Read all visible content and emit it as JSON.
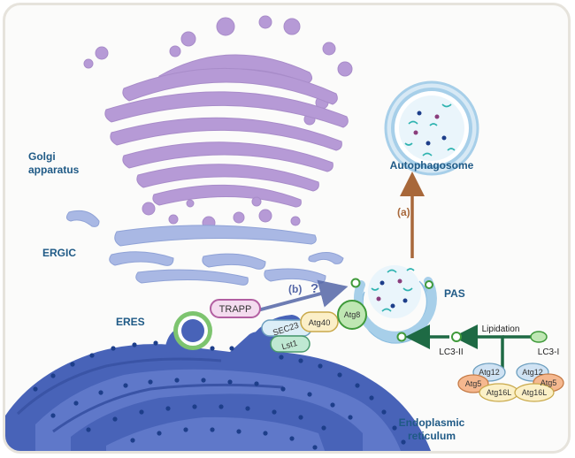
{
  "labels": {
    "golgi": [
      "Golgi",
      "apparatus"
    ],
    "ergic": "ERGIC",
    "eres": "ERES",
    "er": [
      "Endoplasmic",
      "reticulum"
    ],
    "autophagosome": "Autophagosome",
    "pas": "PAS",
    "path_a": "(a)",
    "path_b": "(b)",
    "question": "?",
    "trapp": "TRAPP",
    "sec23": "SEC23",
    "lst1": "Lst1",
    "atg40": "Atg40",
    "atg8": "Atg8",
    "lipidation": "Lipidation",
    "lc3_i": "LC3-I",
    "lc3_ii": "LC3-II",
    "atg12_a": "Atg12",
    "atg12_b": "Atg12",
    "atg5_a": "Atg5",
    "atg5_b": "Atg5",
    "atg16l_a": "Atg16L",
    "atg16l_b": "Atg16L"
  },
  "colors": {
    "golgi": "#b69ad6",
    "golgi_stroke": "#a88cc9",
    "ergic": "#a9b8e4",
    "er": "#4863b8",
    "er_dots": "#1d3e8a",
    "eres_ring": "#7dc46f",
    "autophagosome": "#a7cfe9",
    "arrow_a": "#a8683a",
    "arrow_b": "#5567a7",
    "arrow_lc3": "#1e6a44",
    "trapp_fill": "#f4dcef",
    "trapp_stroke": "#b25fa1",
    "atg8_fill": "#bfe7b3",
    "atg8_stroke": "#3f9a3a",
    "atg40_fill": "#fbefc8",
    "sec23_fill": "#dceef7",
    "lst1_fill": "#bfe8d2",
    "atg12_fill": "#cfe2f3",
    "atg5_fill": "#f5b88f",
    "atg16l_fill": "#fbf0c7",
    "label_blue": "#1f5a86"
  },
  "icons": [
    "golgi-stack",
    "ergic-cisternae",
    "er-membrane",
    "eres-vesicle",
    "autophagosome",
    "pas-phagophore",
    "lc3-particle"
  ]
}
